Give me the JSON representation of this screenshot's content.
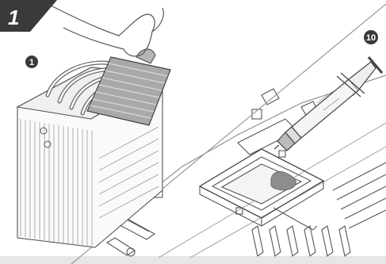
{
  "step": {
    "number": "1"
  },
  "callouts": {
    "cooler": "1",
    "thermal_paste": "10"
  },
  "colors": {
    "badge": "#3a3a3a",
    "line": "#555555",
    "pad": "#a9a9a9",
    "paste": "#8e8e8e",
    "bottom_band": "#e6e6e6"
  }
}
